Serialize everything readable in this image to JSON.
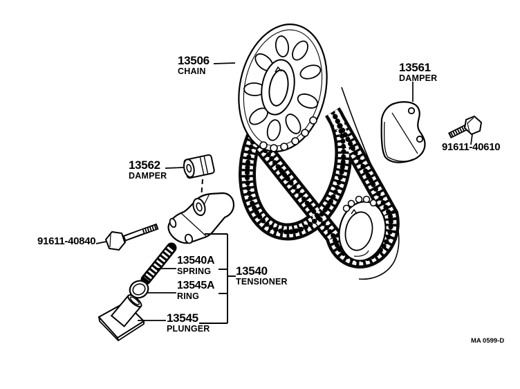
{
  "diagram": {
    "description": "Timing chain and chain tensioner exploded parts diagram",
    "labels": {
      "chain": {
        "no": "13506",
        "name": "CHAIN"
      },
      "damper_upper": {
        "no": "13561",
        "name": "DAMPER"
      },
      "bolt_upper": {
        "no": "91611-40610"
      },
      "damper_small": {
        "no": "13562",
        "name": "DAMPER"
      },
      "bolt_lower": {
        "no": "91611-40840"
      },
      "spring": {
        "no": "13540A",
        "name": "SPRING"
      },
      "ring": {
        "no": "13545A",
        "name": "RING"
      },
      "plunger": {
        "no": "13545",
        "name": "PLUNGER"
      },
      "tensioner": {
        "no": "13540",
        "name": "TENSIONER"
      }
    },
    "footer_code": "MA 0599-D",
    "colors": {
      "ink": "#000000",
      "background": "#ffffff"
    }
  }
}
